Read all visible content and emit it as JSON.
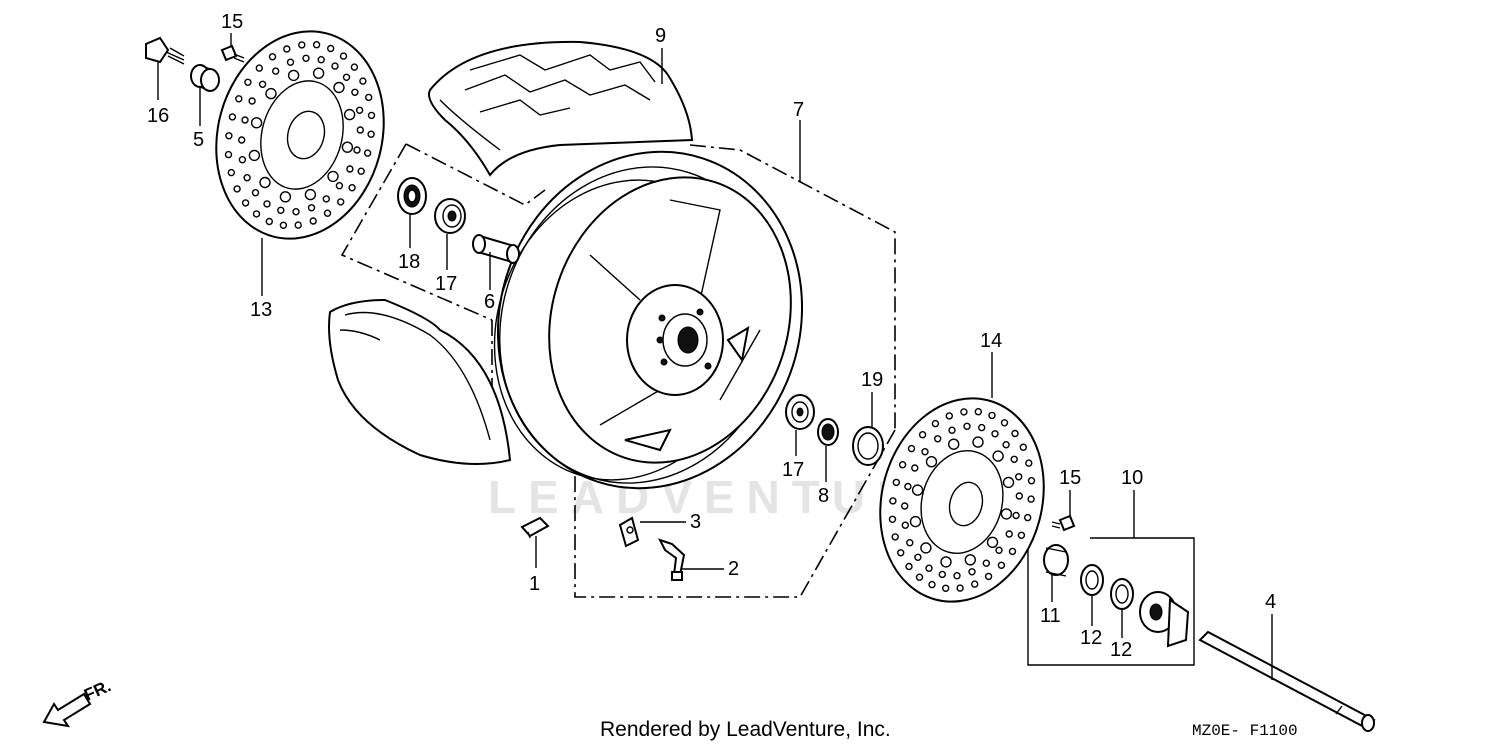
{
  "callouts": [
    {
      "id": "c15a",
      "text": "15"
    },
    {
      "id": "c16",
      "text": "16"
    },
    {
      "id": "c5",
      "text": "5"
    },
    {
      "id": "c9",
      "text": "9"
    },
    {
      "id": "c7",
      "text": "7"
    },
    {
      "id": "c13",
      "text": "13"
    },
    {
      "id": "c18",
      "text": "18"
    },
    {
      "id": "c17a",
      "text": "17"
    },
    {
      "id": "c6",
      "text": "6"
    },
    {
      "id": "c14",
      "text": "14"
    },
    {
      "id": "c19",
      "text": "19"
    },
    {
      "id": "c17b",
      "text": "17"
    },
    {
      "id": "c8",
      "text": "8"
    },
    {
      "id": "c15b",
      "text": "15"
    },
    {
      "id": "c10",
      "text": "10"
    },
    {
      "id": "c3",
      "text": "3"
    },
    {
      "id": "c2",
      "text": "2"
    },
    {
      "id": "c1",
      "text": "1"
    },
    {
      "id": "c11",
      "text": "11"
    },
    {
      "id": "c12a",
      "text": "12"
    },
    {
      "id": "c12b",
      "text": "12"
    },
    {
      "id": "c4",
      "text": "4"
    }
  ],
  "watermark": "LEADVENTURE",
  "direction_label": "FR.",
  "footer": "Rendered by LeadVenture, Inc.",
  "diagram_code": "MZ0E- F1100",
  "colors": {
    "line": "#000000",
    "background": "#ffffff",
    "watermark": "#e4e4e4"
  }
}
